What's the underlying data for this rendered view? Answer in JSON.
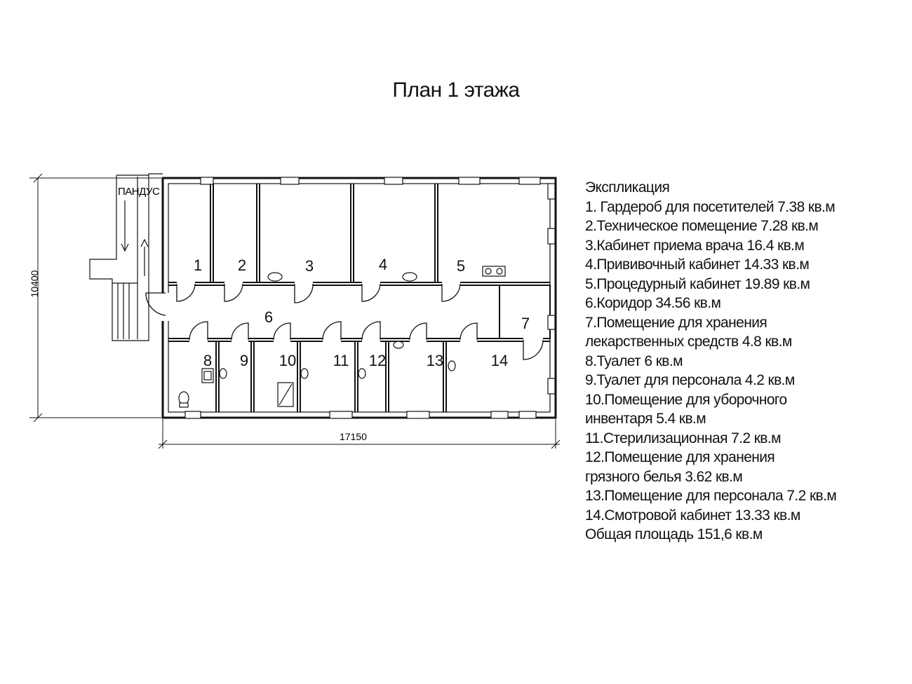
{
  "title": "План 1 этажа",
  "plan": {
    "ramp_label": "ПАНДУС",
    "dim_width": "17150",
    "dim_height": "10400",
    "room_numbers": [
      "1",
      "2",
      "3",
      "4",
      "5",
      "6",
      "7",
      "8",
      "9",
      "10",
      "11",
      "12",
      "13",
      "14"
    ]
  },
  "legend": {
    "heading": "Экспликация",
    "lines": [
      "1.  Гардероб для посетителей 7.38  кв.м",
      "2.Техническое помещение 7.28  кв.м",
      "3.Кабинет приема врача 16.4  кв.м",
      "4.Прививочный кабинет 14.33  кв.м",
      "5.Процедурный кабинет 19.89  кв.м",
      "6.Коридор 34.56 кв.м",
      "7.Помещение для хранения",
      "лекарственных средств 4.8 кв.м",
      "8.Туалет 6 кв.м",
      "9.Туалет для персонала 4.2 кв.м",
      "10.Помещение для уборочного",
      "инвентаря 5.4 кв.м",
      "11.Стерилизационная 7.2 кв.м",
      "12.Помещение для хранения",
      "грязного белья 3.62 кв.м",
      "13.Помещение для персонала 7.2  кв.м",
      "14.Смотровой кабинет 13.33  кв.м",
      "Общая площадь 151,6 кв.м"
    ]
  }
}
